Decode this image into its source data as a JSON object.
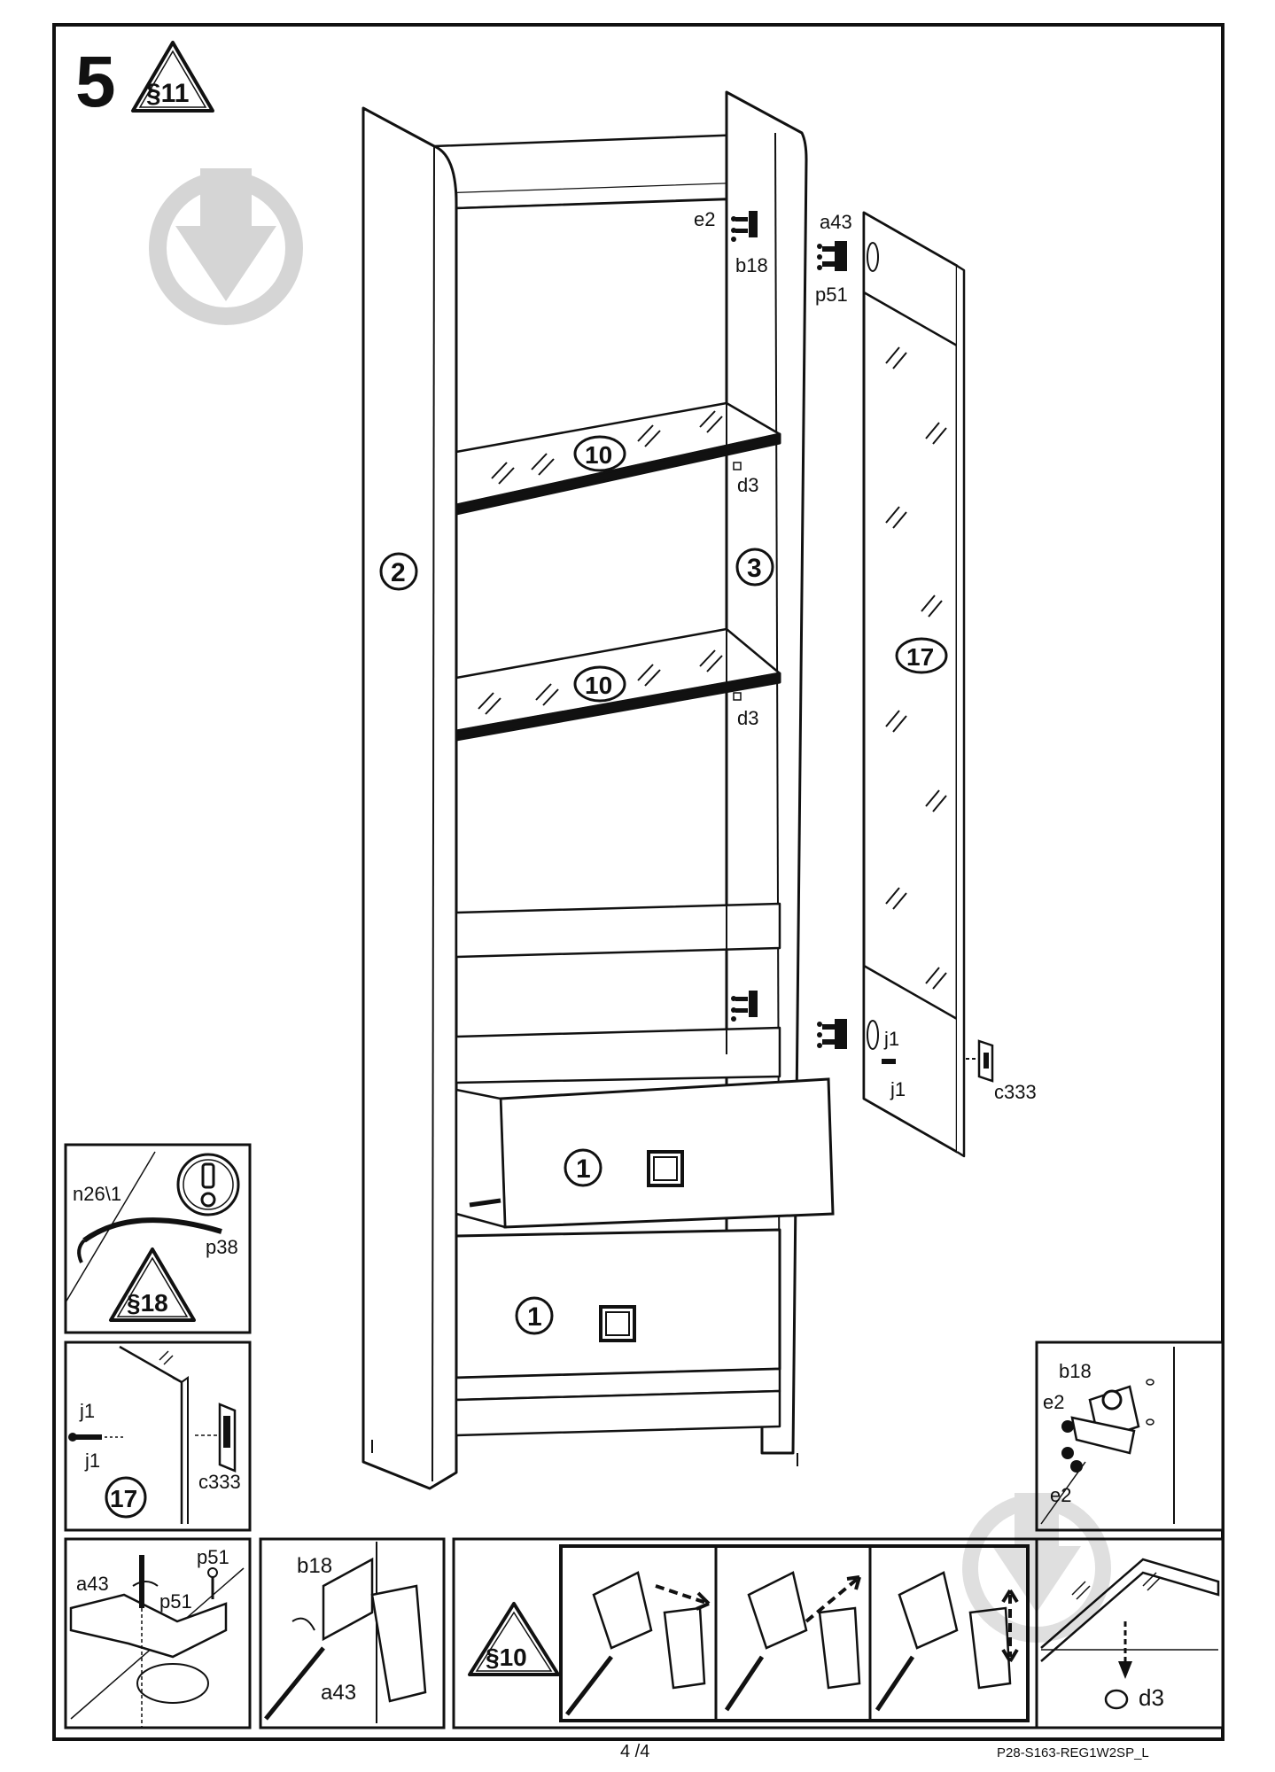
{
  "step": {
    "number": "5",
    "rule_sign": "§11"
  },
  "cabinet": {
    "side_left": "2",
    "side_right": "3",
    "shelf_upper": "10",
    "shelf_lower": "10",
    "drawer_upper": "1",
    "drawer_lower": "1",
    "door": "17"
  },
  "fittings": {
    "e2": "e2",
    "b18": "b18",
    "a43": "a43",
    "p51": "p51",
    "d3_upper": "d3",
    "d3_lower": "d3",
    "j1_upper": "j1",
    "j1_lower": "j1",
    "c333": "c333"
  },
  "insets": {
    "cable_tie": {
      "part": "n26\\1",
      "screw": "p38",
      "rule_sign": "§18"
    },
    "door_catch": {
      "pin_top": "j1",
      "pin_bottom": "j1",
      "catch": "c333",
      "door": "17"
    },
    "hinge_plate": {
      "b18": "b18",
      "e2_top": "e2",
      "e2_bottom": "e2"
    },
    "hinge_mount": {
      "a43": "a43",
      "p51_left": "p51",
      "p51_right": "p51"
    },
    "hinge_attach": {
      "b18": "b18",
      "a43": "a43"
    },
    "hinge_adjust": {
      "rule_sign": "§10"
    },
    "shelf_pin": {
      "d3": "d3"
    }
  },
  "footer": {
    "page": "4 /4",
    "code": "P28-S163-REG1W2SP_L"
  },
  "icons": [
    "warning-triangle-icon",
    "attention-icon",
    "screwdriver-icon",
    "arrow-icon",
    "watermark-icon"
  ]
}
